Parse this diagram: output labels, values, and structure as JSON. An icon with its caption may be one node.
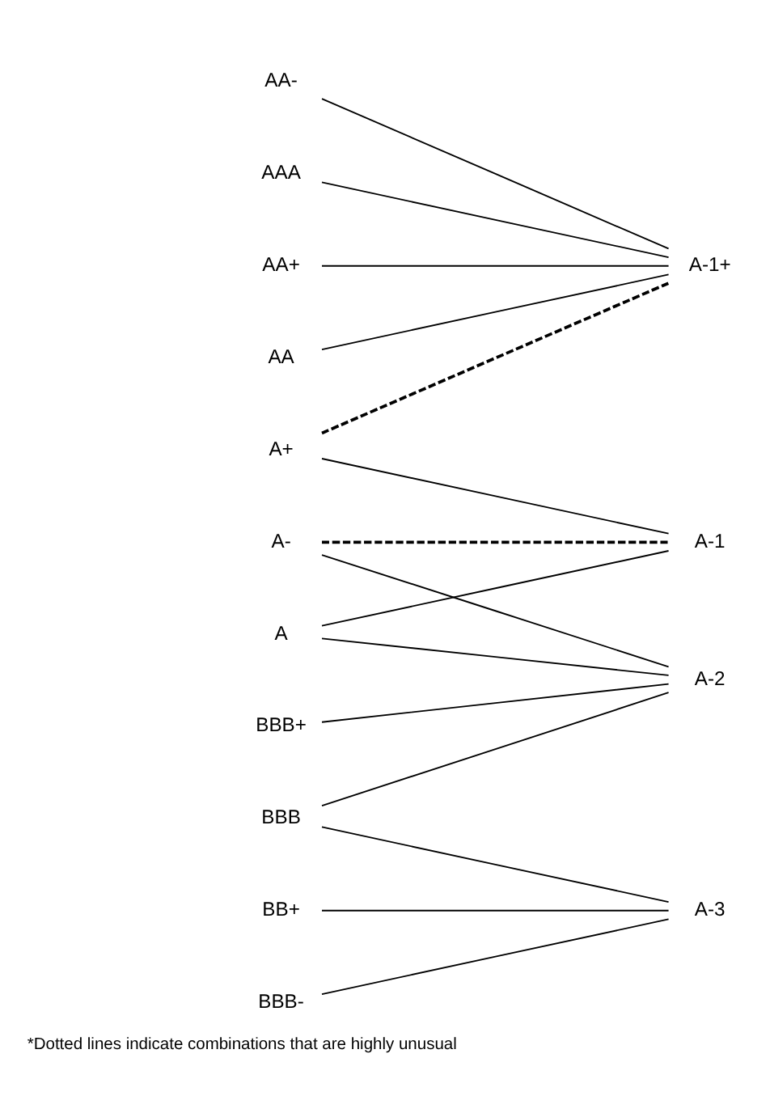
{
  "diagram": {
    "caption": "*Dotted lines indicate combinations that are highly unusual",
    "nodes": [
      {
        "text": [
          "AAA"
        ]
      },
      {
        "text": [
          "AA+"
        ]
      },
      {
        "text": [
          "AA"
        ]
      },
      {
        "text": [
          "AA-"
        ]
      },
      {
        "text": [
          "A+"
        ]
      },
      {
        "text": [
          "A"
        ]
      },
      {
        "text": [
          "A-"
        ]
      },
      {
        "text": [
          "BBB+"
        ]
      },
      {
        "text": [
          "BBB"
        ]
      },
      {
        "text": [
          "BBB-"
        ]
      },
      {
        "text": [
          "BB+"
        ]
      },
      {
        "text": [
          "A-1+"
        ]
      },
      {
        "text": [
          "A-1"
        ]
      },
      {
        "text": [
          "A-2"
        ]
      },
      {
        "text": [
          "A-3"
        ]
      }
    ],
    "edges": [
      {
        "from": 0,
        "to": 11,
        "arrow": "none"
      },
      {
        "from": 1,
        "to": 11,
        "arrow": "none"
      },
      {
        "from": 2,
        "to": 11,
        "arrow": "none"
      },
      {
        "from": 3,
        "to": 11,
        "arrow": "none"
      },
      {
        "from": 4,
        "to": 11,
        "arrow": "none",
        "style": "dashed"
      },
      {
        "from": 4,
        "to": 12,
        "arrow": "none"
      },
      {
        "from": 5,
        "to": 12,
        "arrow": "none"
      },
      {
        "from": 5,
        "to": 13,
        "arrow": "none"
      },
      {
        "from": 6,
        "to": 12,
        "arrow": "none",
        "style": "dashed"
      },
      {
        "from": 6,
        "to": 13,
        "arrow": "none"
      },
      {
        "from": 7,
        "to": 13,
        "arrow": "none"
      },
      {
        "from": 8,
        "to": 13,
        "arrow": "none"
      },
      {
        "from": 8,
        "to": 14,
        "arrow": "none"
      },
      {
        "from": 9,
        "to": 14,
        "arrow": "none"
      },
      {
        "from": 10,
        "to": 14,
        "arrow": "none"
      }
    ]
  }
}
